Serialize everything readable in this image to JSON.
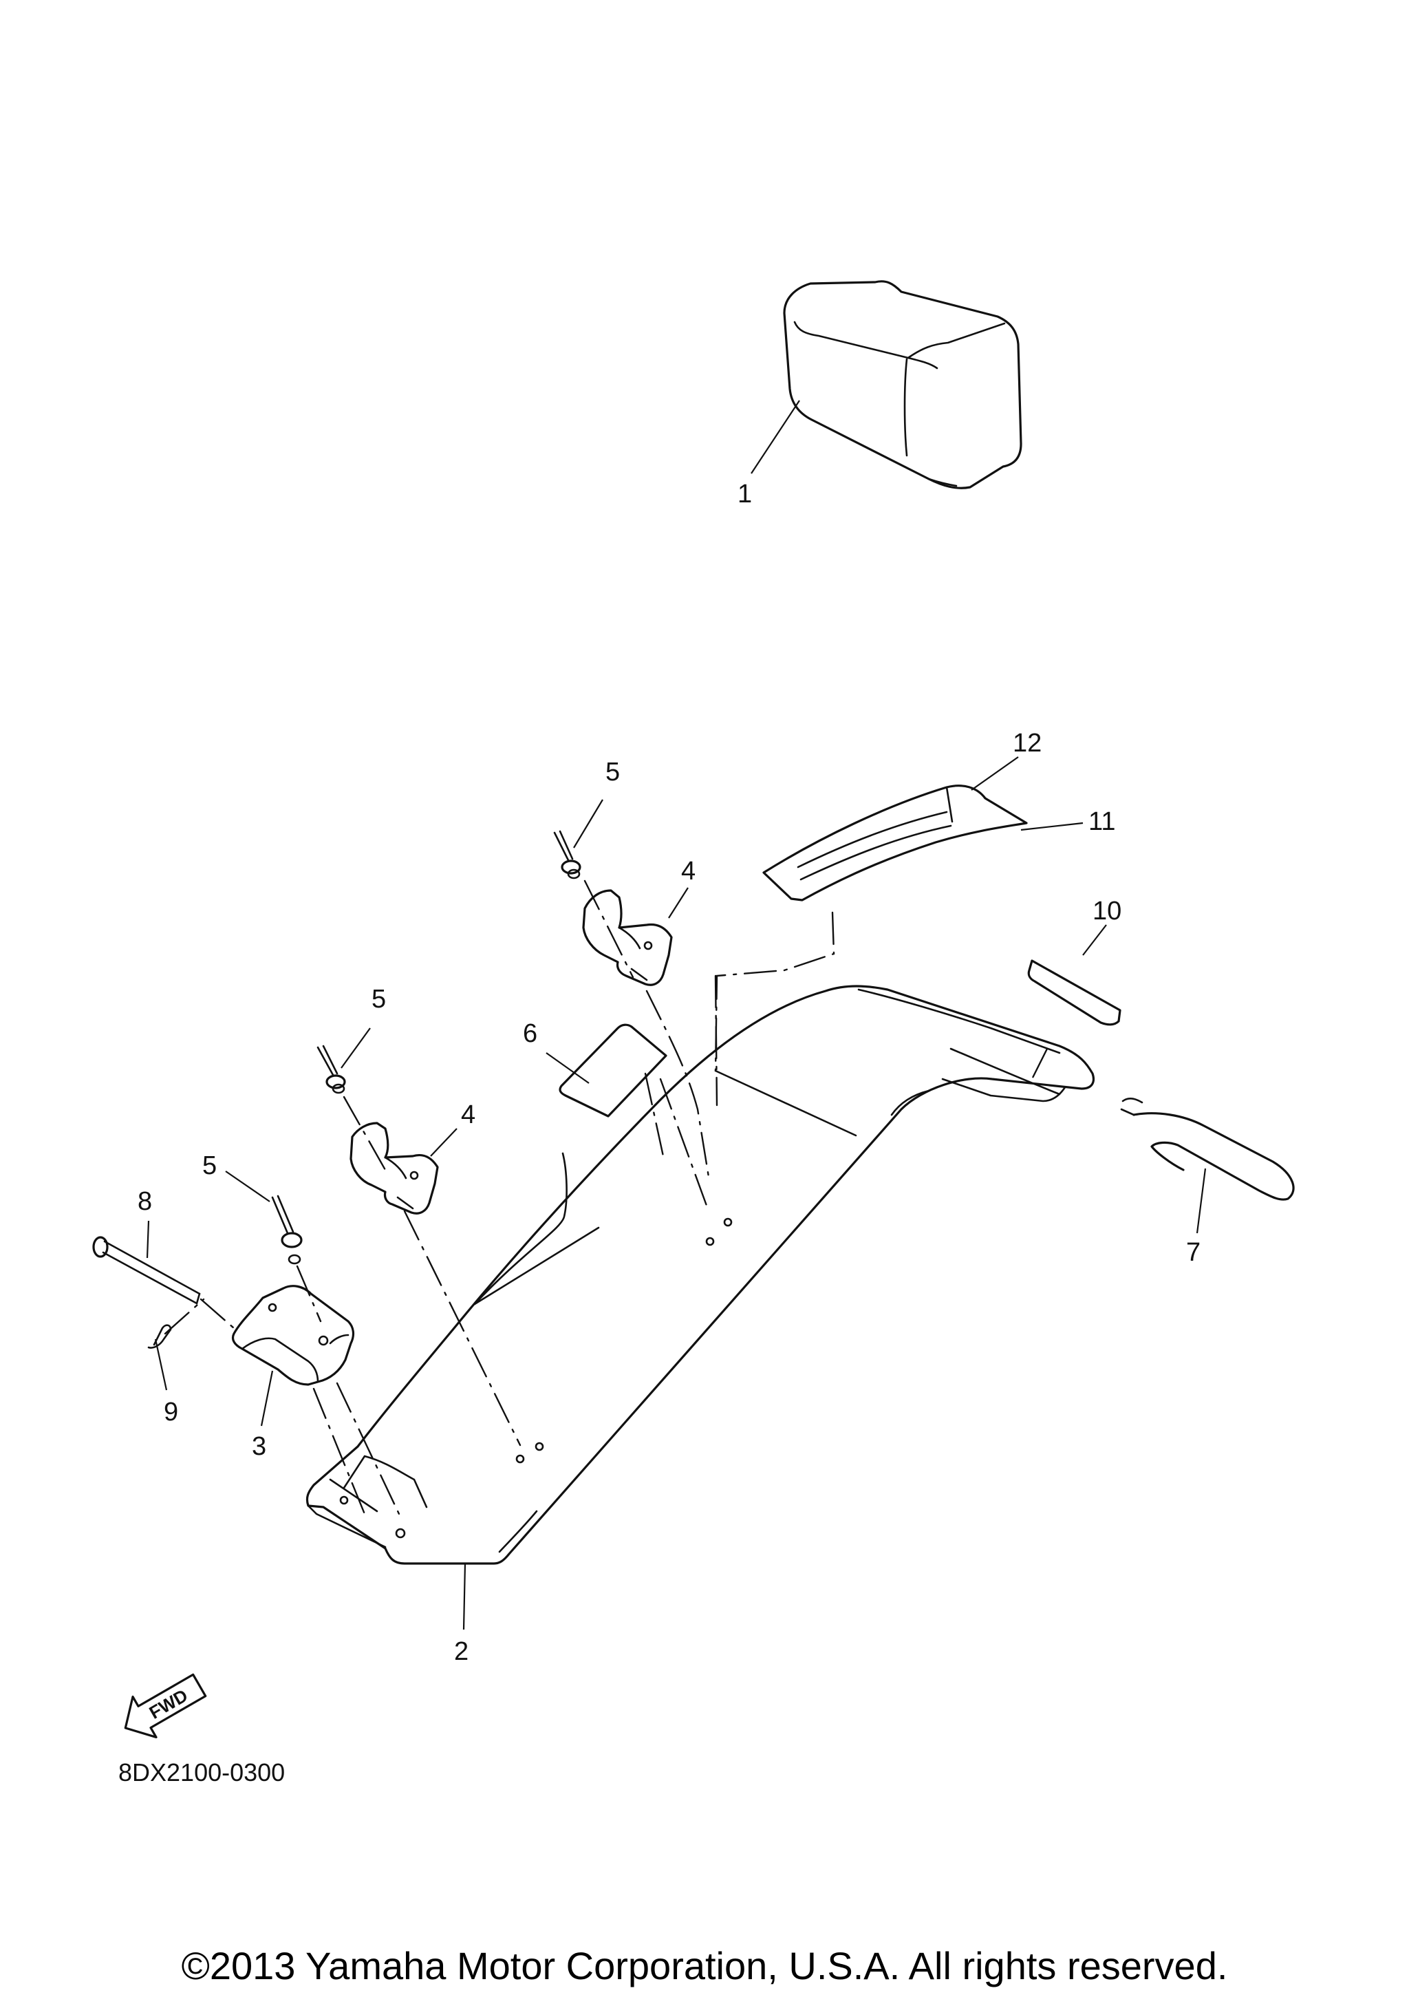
{
  "diagram": {
    "callouts": [
      {
        "id": "c1",
        "label": "1"
      },
      {
        "id": "c2",
        "label": "2"
      },
      {
        "id": "c3",
        "label": "3"
      },
      {
        "id": "c4a",
        "label": "4"
      },
      {
        "id": "c4b",
        "label": "4"
      },
      {
        "id": "c5a",
        "label": "5"
      },
      {
        "id": "c5b",
        "label": "5"
      },
      {
        "id": "c5c",
        "label": "5"
      },
      {
        "id": "c6",
        "label": "6"
      },
      {
        "id": "c7",
        "label": "7"
      },
      {
        "id": "c8",
        "label": "8"
      },
      {
        "id": "c9",
        "label": "9"
      },
      {
        "id": "c10",
        "label": "10"
      },
      {
        "id": "c11",
        "label": "11"
      },
      {
        "id": "c12",
        "label": "12"
      }
    ],
    "fwd_label": "FWD",
    "catalog_code": "8DX2100-0300"
  },
  "footer": {
    "copyright": "©2013 Yamaha Motor Corporation, U.S.A. All rights reserved."
  },
  "colors": {
    "line": "#111111",
    "background": "#ffffff"
  }
}
